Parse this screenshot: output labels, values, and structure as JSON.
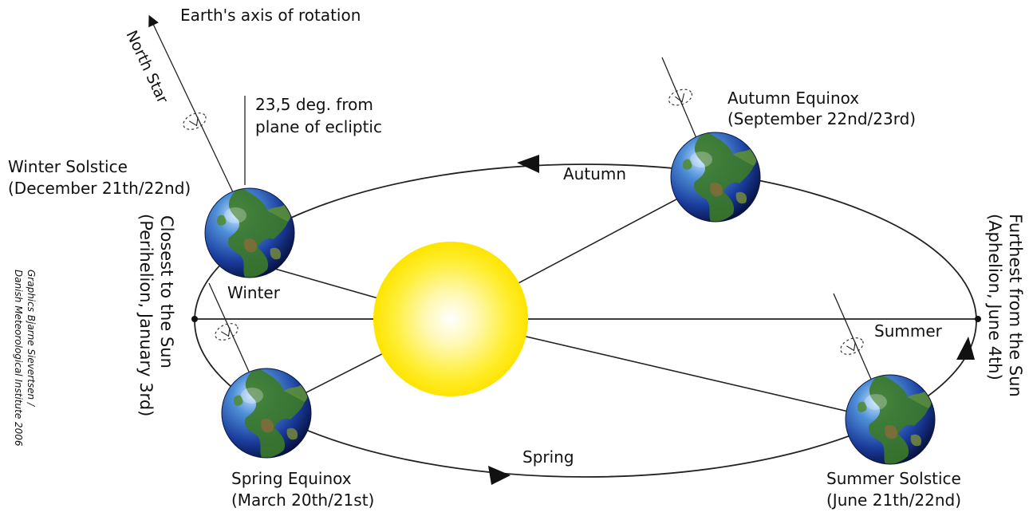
{
  "labels": {
    "axis_title": "Earth's axis of rotation",
    "north_star": "North Star",
    "tilt_line1": "23,5 deg. from",
    "tilt_line2": "plane of ecliptic",
    "winter_solstice_title": "Winter Solstice",
    "winter_solstice_date": "(December 21th/22nd)",
    "autumn_equinox_title": "Autumn Equinox",
    "autumn_equinox_date": "(September 22nd/23rd)",
    "spring_equinox_title": "Spring Equinox",
    "spring_equinox_date": "(March 20th/21st)",
    "summer_solstice_title": "Summer Solstice",
    "summer_solstice_date": "(June 21th/22nd)",
    "season_autumn": "Autumn",
    "season_winter": "Winter",
    "season_spring": "Spring",
    "season_summer": "Summer",
    "perihelion_line1": "Closest to the Sun",
    "perihelion_line2": "(Perihelion, January 3rd)",
    "aphelion_line1": "Furthest from the Sun",
    "aphelion_line2": "(Aphelion, June 4th)",
    "credit_line1": "Graphics Bjarne Sievertsen /",
    "credit_line2": "Danish Meteorological Institute 2006"
  },
  "colors": {
    "sun_center": "#ffffff",
    "sun_mid": "#fff27a",
    "sun_edge": "#ffe600",
    "ocean_light": "#9fd0ff",
    "ocean_dark": "#0a1c6e",
    "land": "#3f7a2a"
  }
}
